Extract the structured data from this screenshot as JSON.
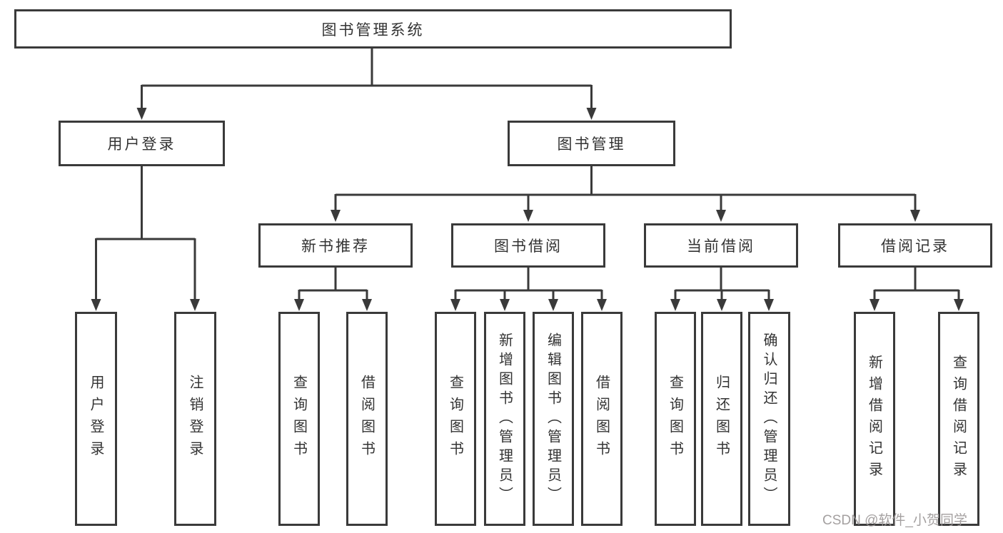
{
  "diagram": {
    "root": {
      "label": "图书管理系统"
    },
    "branches": [
      {
        "label": "用户登录",
        "leaves": [
          {
            "label": "用户登录"
          },
          {
            "label": "注销登录"
          }
        ]
      },
      {
        "label": "图书管理",
        "groups": [
          {
            "label": "新书推荐",
            "leaves": [
              {
                "label": "查询图书"
              },
              {
                "label": "借阅图书"
              }
            ]
          },
          {
            "label": "图书借阅",
            "leaves": [
              {
                "label": "查询图书"
              },
              {
                "label": "新增图书（管理员）"
              },
              {
                "label": "编辑图书（管理员）"
              },
              {
                "label": "借阅图书"
              }
            ]
          },
          {
            "label": "当前借阅",
            "leaves": [
              {
                "label": "查询图书"
              },
              {
                "label": "归还图书"
              },
              {
                "label": "确认归还（管理员）"
              }
            ]
          },
          {
            "label": "借阅记录",
            "leaves": [
              {
                "label": "新增借阅记录"
              },
              {
                "label": "查询借阅记录"
              }
            ]
          }
        ]
      }
    ]
  },
  "watermark": {
    "text": "CSDN @软件_小贺同学"
  },
  "colors": {
    "line": "#3a3a3a",
    "text": "#333333",
    "watermark": "#9a9696"
  }
}
